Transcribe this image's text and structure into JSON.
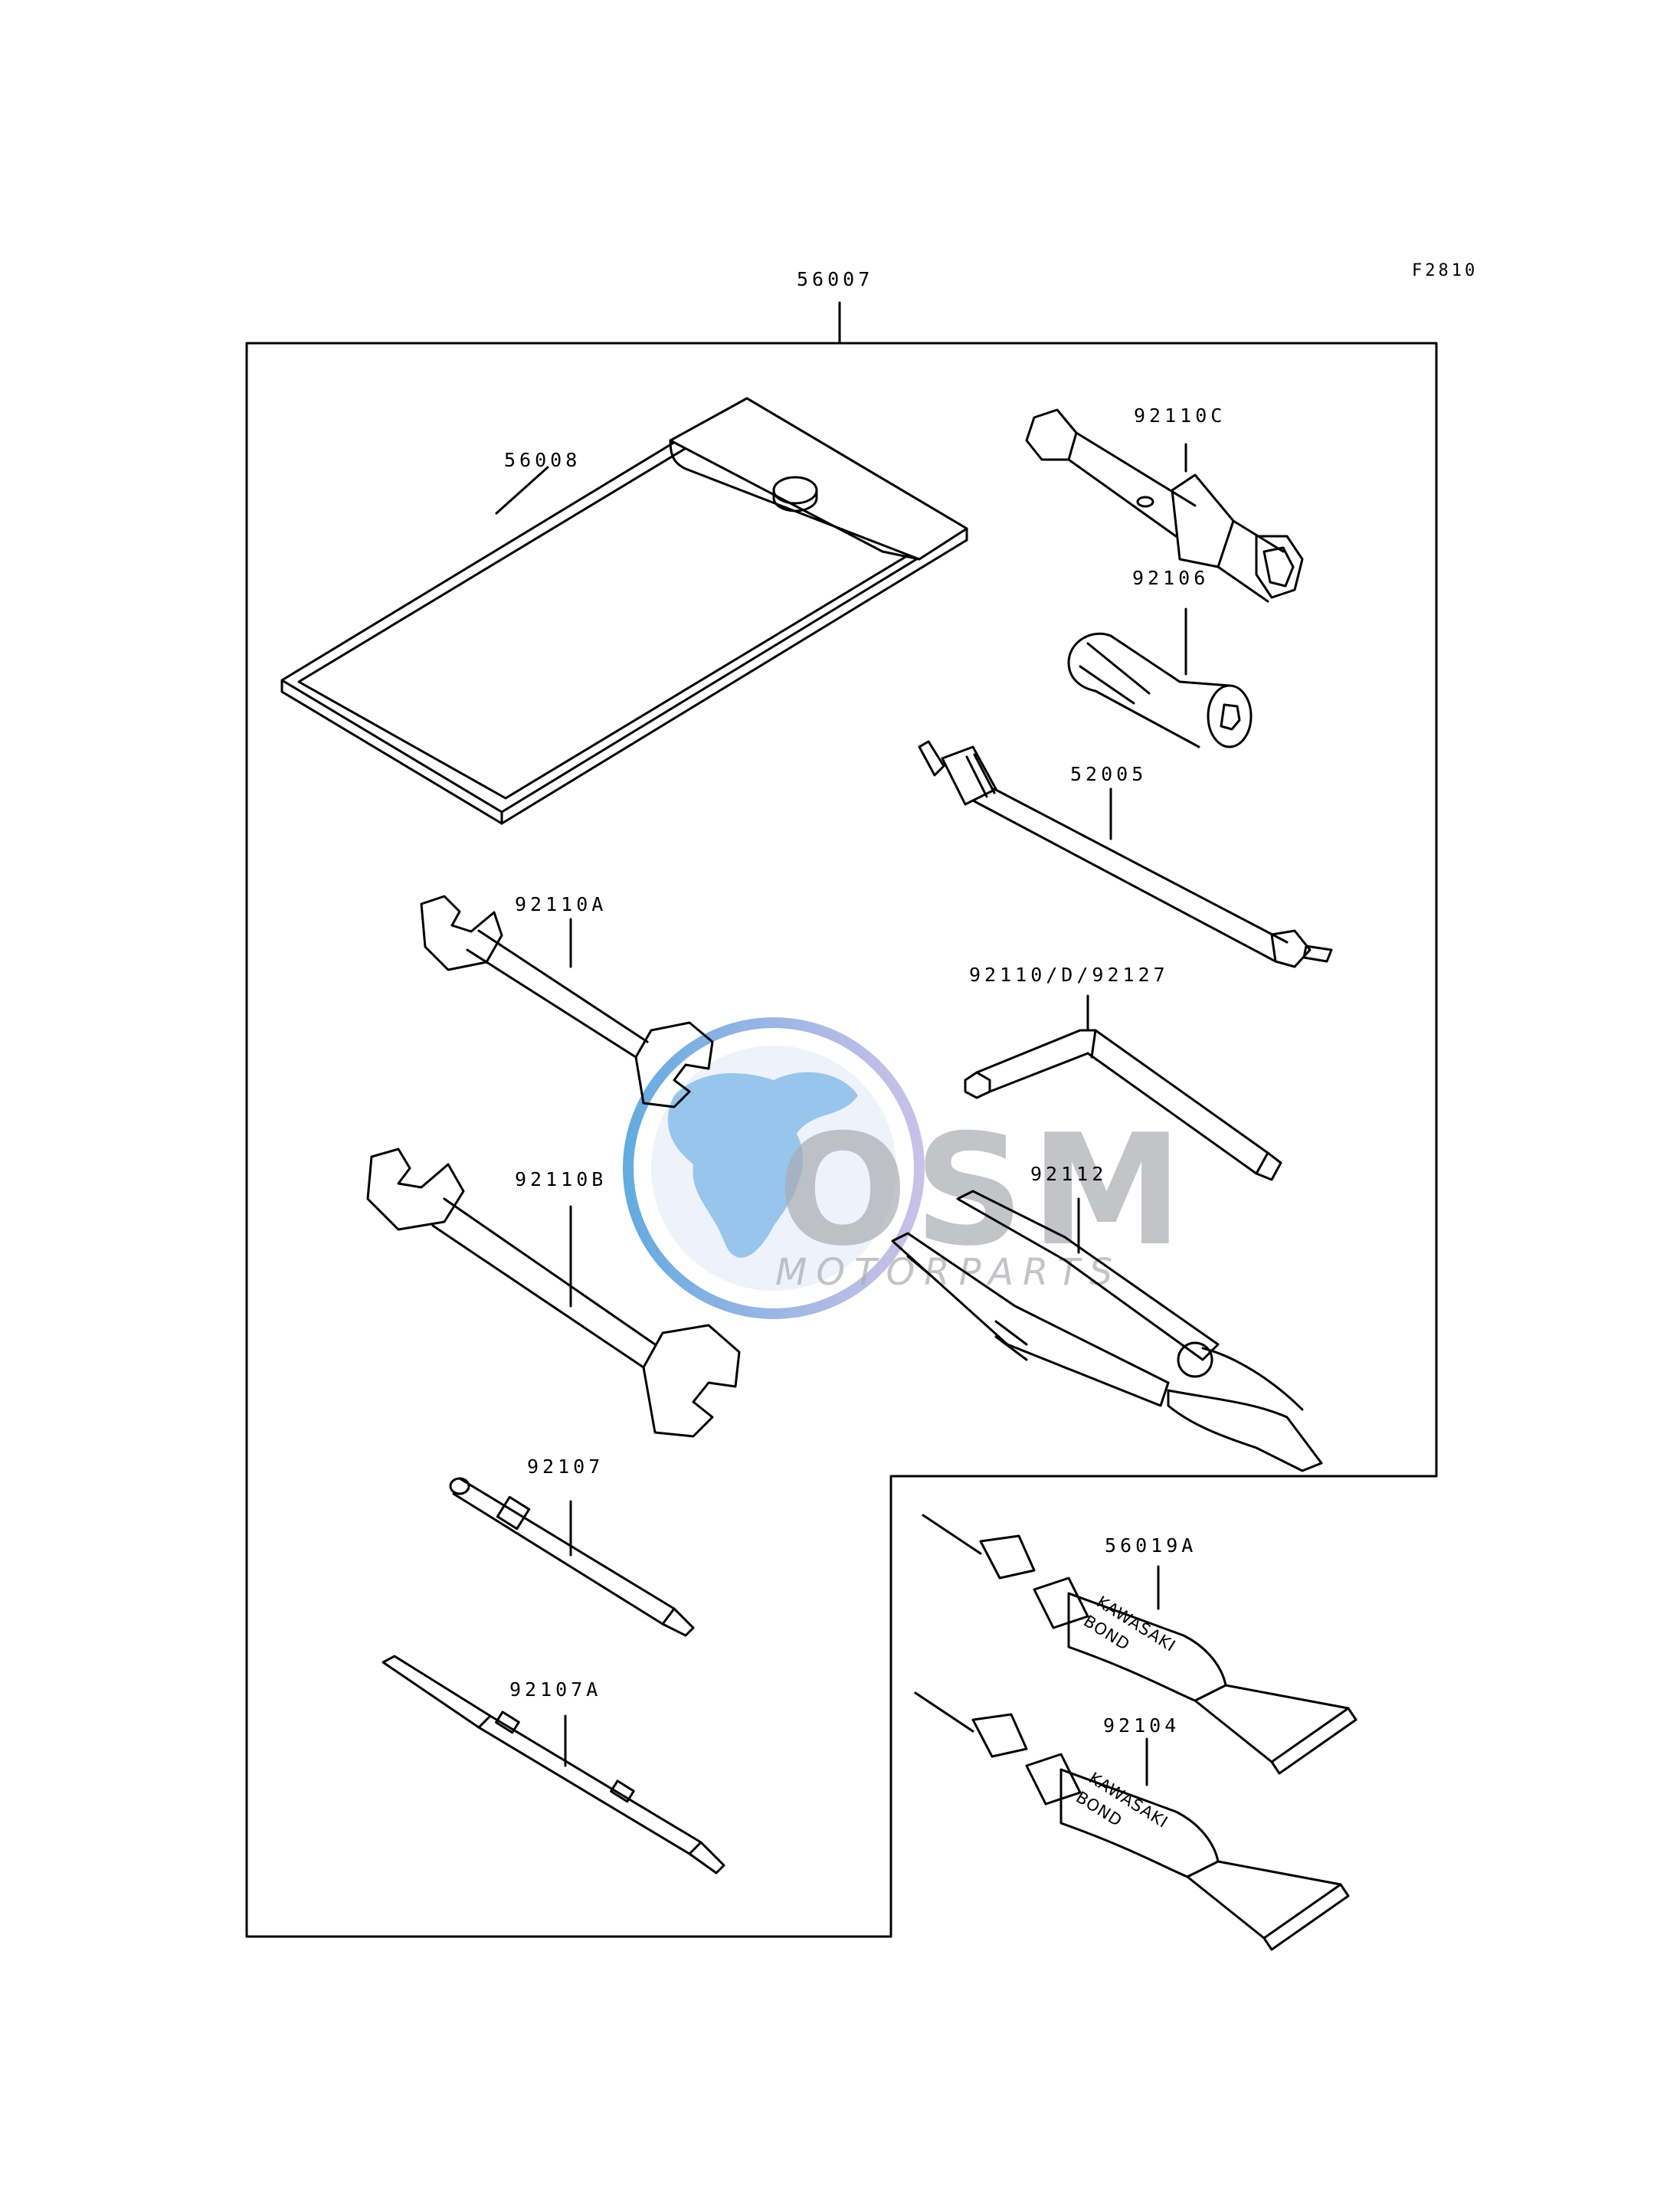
{
  "diagram_code": "F2810",
  "labels": {
    "kit": "56007",
    "pouch": "56008",
    "box_wrench": "92110C",
    "handle": "92106",
    "gauge": "52005",
    "wrench_a": "92110A",
    "hex_key": "92110/D/92127",
    "wrench_b": "92110B",
    "pliers": "92112",
    "screwdriver": "92107",
    "screwdriver_a": "92107A",
    "bond_a": "56019A",
    "bond_b": "92104"
  },
  "tube_print": {
    "brand": "KAWASAKI",
    "product": "BOND"
  },
  "watermark": {
    "logo": "OSM",
    "tagline": "MOTORPARTS",
    "colors": {
      "globe_blue": "#2f8fd6",
      "globe_purple": "#9c8fd4",
      "letters_gray": "#a9acb0"
    }
  },
  "colors": {
    "ink": "#000000",
    "paper": "#ffffff"
  }
}
